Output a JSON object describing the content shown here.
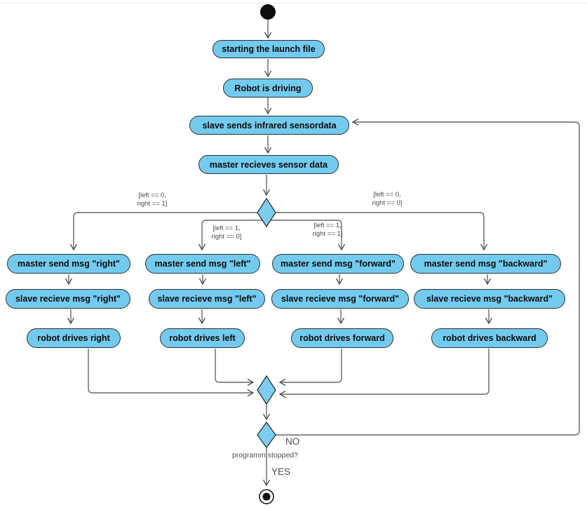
{
  "colors": {
    "background": "#ffffff",
    "node_fill": "#72CBEE",
    "node_border": "#2e2e2e",
    "decision_fill": "#7CCEF0",
    "edge_color": "#666666"
  },
  "nodes": {
    "start_launch": "starting the launch file",
    "robot_driving": "Robot is driving",
    "slave_sends": "slave sends infrared sensordata",
    "master_receives": "master recieves sensor data",
    "master_send_right": "master send msg \"right\"",
    "master_send_left": "master send msg \"left\"",
    "master_send_forward": "master send msg \"forward\"",
    "master_send_backward": "master send msg \"backward\"",
    "slave_recieve_right": "slave recieve msg \"right\"",
    "slave_recieve_left": "slave recieve msg \"left\"",
    "slave_recieve_forward": "slave recieve msg \"forward\"",
    "slave_recieve_backward": "slave recieve msg \"backward\"",
    "robot_drives_right": "robot drives right",
    "robot_drives_left": "robot drives left",
    "robot_drives_forward": "robot drives forward",
    "robot_drives_backward": "robot drives backward"
  },
  "guards": {
    "branch_right": "[left == 0,\nright == 1]",
    "branch_left": "[left == 1,\nright == 0]",
    "branch_forward": "[left == 1,\nright == 1]",
    "branch_backward": "[left == 0,\nright == 0]"
  },
  "decision": {
    "question": "programm stopped?",
    "no_label": "NO",
    "yes_label": "YES"
  }
}
